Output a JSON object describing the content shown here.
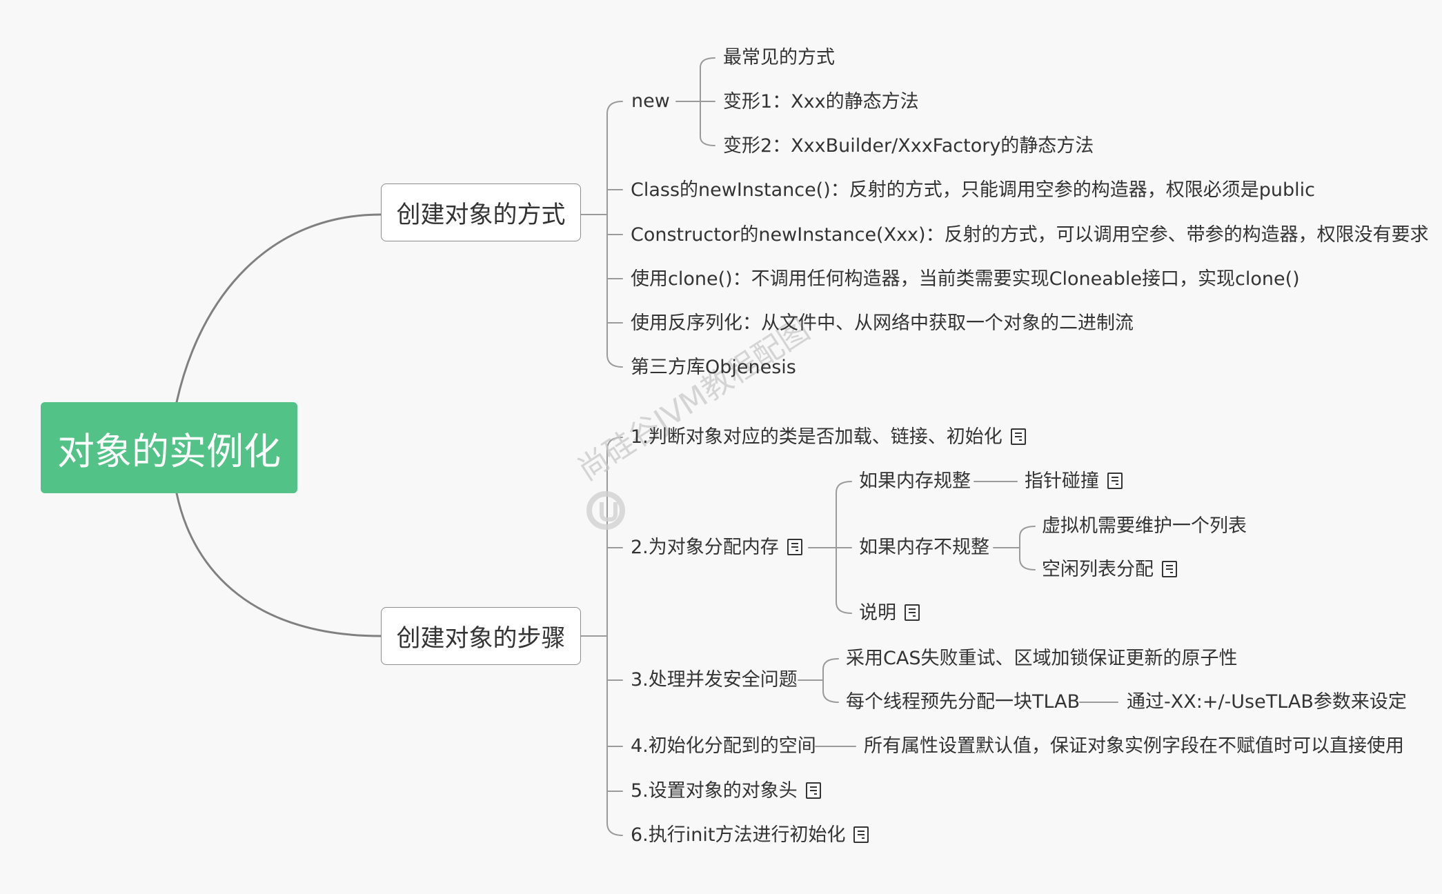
{
  "root": {
    "label": "对象的实例化"
  },
  "branches": {
    "ways": {
      "label": "创建对象的方式",
      "new": {
        "label": "new",
        "children": [
          "最常见的方式",
          "变形1：Xxx的静态方法",
          "变形2：XxxBuilder/XxxFactory的静态方法"
        ]
      },
      "items": [
        "Class的newInstance()：反射的方式，只能调用空参的构造器，权限必须是public",
        "Constructor的newInstance(Xxx)：反射的方式，可以调用空参、带参的构造器，权限没有要求",
        "使用clone()：不调用任何构造器，当前类需要实现Cloneable接口，实现clone()",
        "使用反序列化：从文件中、从网络中获取一个对象的二进制流",
        "第三方库Objenesis"
      ]
    },
    "steps": {
      "label": "创建对象的步骤",
      "step1": "1.判断对象对应的类是否加载、链接、初始化",
      "step2": {
        "label": "2.为对象分配内存",
        "regular": {
          "label": "如果内存规整",
          "child": "指针碰撞"
        },
        "irregular": {
          "label": "如果内存不规整",
          "children": [
            "虚拟机需要维护一个列表",
            "空闲列表分配"
          ]
        },
        "note": "说明"
      },
      "step3": {
        "label": "3.处理并发安全问题",
        "children": [
          "采用CAS失败重试、区域加锁保证更新的原子性",
          "每个线程预先分配一块TLAB"
        ],
        "tlab_child": "通过-XX:+/-UseTLAB参数来设定"
      },
      "step4": {
        "label": "4.初始化分配到的空间",
        "child": "所有属性设置默认值，保证对象实例字段在不赋值时可以直接使用"
      },
      "step5": "5.设置对象的对象头",
      "step6": "6.执行init方法进行初始化"
    }
  },
  "watermark": "尚硅谷JVM教程配图",
  "colors": {
    "root_fill": "#52c286",
    "line": "#8c8c8c",
    "text": "#333333",
    "background": "#f8f8f8"
  }
}
